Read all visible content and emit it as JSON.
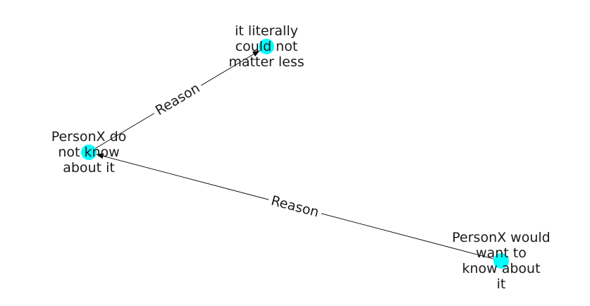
{
  "graph": {
    "nodes": [
      {
        "id": "n1",
        "label_lines": [
          "it literally",
          "could not",
          "matter less"
        ]
      },
      {
        "id": "n2",
        "label_lines": [
          "PersonX do",
          "not know",
          "about it"
        ]
      },
      {
        "id": "n3",
        "label_lines": [
          "PersonX would",
          "want to",
          "know about",
          "it"
        ]
      }
    ],
    "edges": [
      {
        "id": "e1",
        "source": "n2",
        "target": "n1",
        "label": "Reason"
      },
      {
        "id": "e2",
        "source": "n3",
        "target": "n2",
        "label": "Reason"
      }
    ],
    "colors": {
      "node": "#00ffff",
      "edge": "#000000",
      "text": "#1a1a1a"
    }
  }
}
